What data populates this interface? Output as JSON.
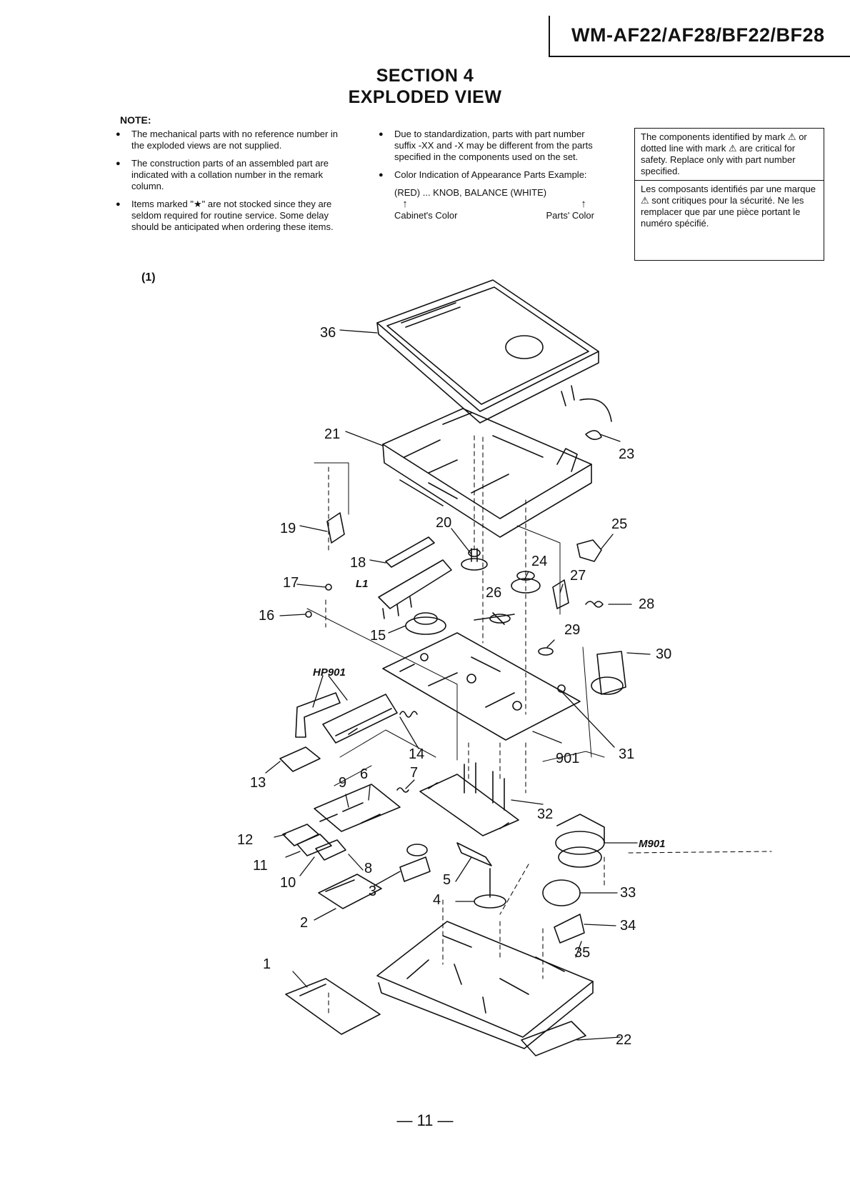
{
  "header": {
    "model": "WM-AF22/AF28/BF22/BF28"
  },
  "section": {
    "line1": "SECTION 4",
    "line2": "EXPLODED VIEW"
  },
  "note": {
    "heading": "NOTE:",
    "col1": [
      "The mechanical parts with no reference number in the exploded views are not supplied.",
      "The construction parts of an assembled part are indicated with a collation number in the remark column.",
      "Items marked \"★\" are not stocked since they are seldom required for routine service. Some delay should be anticipated when ordering these items."
    ],
    "col2": [
      "Due to standardization, parts with part number suffix -XX and -X may be different from the parts specified in the components used on the set.",
      "Color Indication of Appearance Parts Example:"
    ],
    "example": {
      "line": "(RED) ... KNOB, BALANCE (WHITE)",
      "left": "Cabinet's Color",
      "right": "Parts' Color"
    }
  },
  "safety": {
    "en": "The components identified by mark ⚠ or dotted line with mark ⚠ are critical for safety. Replace only with part number specified.",
    "fr": "Les composants identifiés par une marque ⚠ sont critiques pour la sécurité. Ne les remplacer que par une pièce portant le numéro spécifié."
  },
  "figure": {
    "number": "(1)",
    "labels": {
      "p1": "1",
      "p2": "2",
      "p3": "3",
      "p4": "4",
      "p5": "5",
      "p6": "6",
      "p7": "7",
      "p8": "8",
      "p9": "9",
      "p10": "10",
      "p11": "11",
      "p12": "12",
      "p13": "13",
      "p14": "14",
      "p15": "15",
      "p16": "16",
      "p17": "17",
      "p18": "18",
      "p19": "19",
      "p20": "20",
      "p21": "21",
      "p22": "22",
      "p23": "23",
      "p24": "24",
      "p25": "25",
      "p26": "26",
      "p27": "27",
      "p28": "28",
      "p29": "29",
      "p30": "30",
      "p31": "31",
      "p32": "32",
      "p33": "33",
      "p34": "34",
      "p35": "35",
      "p36": "36",
      "p901": "901",
      "hp901": "HP901",
      "m901": "M901",
      "l1": "L1"
    }
  },
  "page": {
    "number": "— 11 —"
  }
}
